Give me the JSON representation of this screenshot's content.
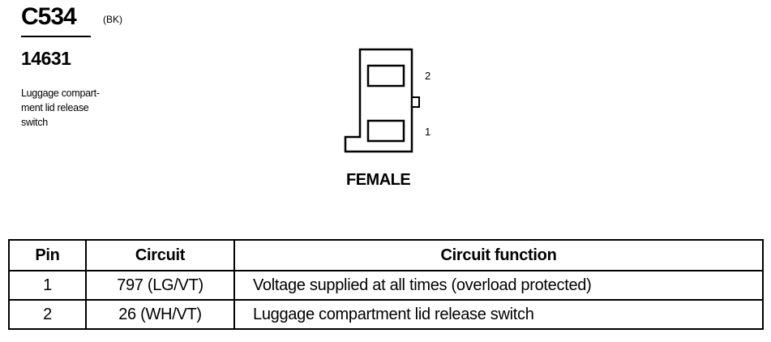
{
  "connector": {
    "id": "C534",
    "color_code": "(BK)",
    "part_number": "14631",
    "description_lines": [
      "Luggage compart-",
      "ment lid release",
      "switch"
    ],
    "gender": "FEMALE",
    "pin_labels": [
      "2",
      "1"
    ]
  },
  "table": {
    "headers": [
      "Pin",
      "Circuit",
      "Circuit function"
    ],
    "rows": [
      {
        "pin": "1",
        "circuit": "797 (LG/VT)",
        "function": "Voltage supplied at all times (overload protected)"
      },
      {
        "pin": "2",
        "circuit": "26 (WH/VT)",
        "function": "Luggage compartment lid release switch"
      }
    ]
  }
}
